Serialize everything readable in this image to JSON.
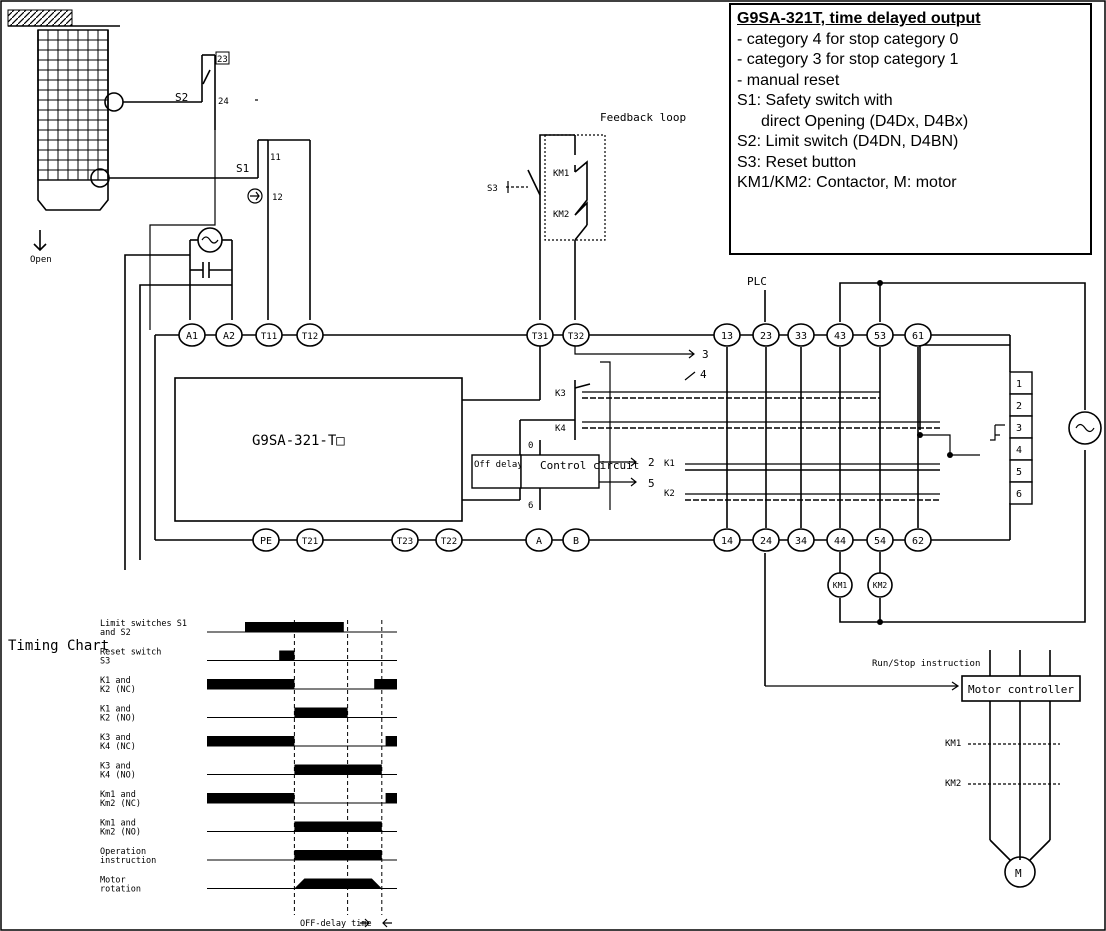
{
  "info_box": {
    "title": "G9SA-321T, time delayed output",
    "lines": [
      "- category 4 for stop category 0",
      "- category 3 for stop category 1",
      "-  manual reset",
      "S1: Safety switch with",
      "direct Opening (D4Dx, D4Bx)",
      "S2: Limit switch (D4DN, D4BN)",
      "S3: Reset button",
      "KM1/KM2: Contactor, M: motor"
    ]
  },
  "labels": {
    "open": "Open",
    "feedback_loop": "Feedback loop",
    "plc": "PLC",
    "relay_unit": "G9SA-321-T□",
    "off_delay_timer": "Off delay timer",
    "control_circuit": "Control circuit",
    "run_stop": "Run/Stop instruction",
    "motor_controller": "Motor controller",
    "motor": "M",
    "timing_chart": "Timing Chart",
    "off_delay_time": "OFF-delay time",
    "s1": "S1",
    "s2": "S2",
    "s3": "S3",
    "sw23": "23",
    "sw24": "24",
    "sw11": "11",
    "sw12": "12",
    "k1": "K1",
    "k2": "K2",
    "k3": "K3",
    "k4": "K4",
    "km1": "KM1",
    "km2": "KM2",
    "out2": "2",
    "out5": "5",
    "out3": "3",
    "out4": "4",
    "in0": "0",
    "in6": "6"
  },
  "terminals_top": [
    "A1",
    "A2",
    "T11",
    "T12",
    "T31",
    "T32",
    "13",
    "23",
    "33",
    "43",
    "53",
    "61"
  ],
  "terminals_bottom": [
    "PE",
    "T21",
    "T23",
    "T22",
    "A",
    "B",
    "14",
    "24",
    "34",
    "44",
    "54",
    "62"
  ],
  "coils": [
    "KM1",
    "KM2"
  ],
  "connector_pins": [
    "1",
    "2",
    "3",
    "4",
    "5",
    "6"
  ],
  "timing_rows": [
    {
      "label": "Limit switches S1 and S2",
      "segments": [
        [
          0.2,
          0.72
        ]
      ]
    },
    {
      "label": "Reset switch S3",
      "segments": [
        [
          0.38,
          0.46
        ]
      ]
    },
    {
      "label": "K1 and K2 (NC)",
      "segments": [
        [
          0.0,
          0.46
        ],
        [
          0.88,
          1.0
        ]
      ]
    },
    {
      "label": "K1 and K2 (NO)",
      "segments": [
        [
          0.46,
          0.74
        ]
      ]
    },
    {
      "label": "K3 and K4 (NC)",
      "segments": [
        [
          0.0,
          0.46
        ],
        [
          0.94,
          1.0
        ]
      ]
    },
    {
      "label": "K3 and K4 (NO)",
      "segments": [
        [
          0.46,
          0.92
        ]
      ]
    },
    {
      "label": "Km1 and Km2 (NC)",
      "segments": [
        [
          0.0,
          0.46
        ],
        [
          0.94,
          1.0
        ]
      ]
    },
    {
      "label": "Km1 and Km2 (NO)",
      "segments": [
        [
          0.46,
          0.92
        ]
      ]
    },
    {
      "label": "Operation instruction",
      "segments": [
        [
          0.46,
          0.92
        ]
      ]
    },
    {
      "label": "Motor rotation",
      "segments": [
        [
          0.46,
          0.92
        ]
      ]
    }
  ]
}
